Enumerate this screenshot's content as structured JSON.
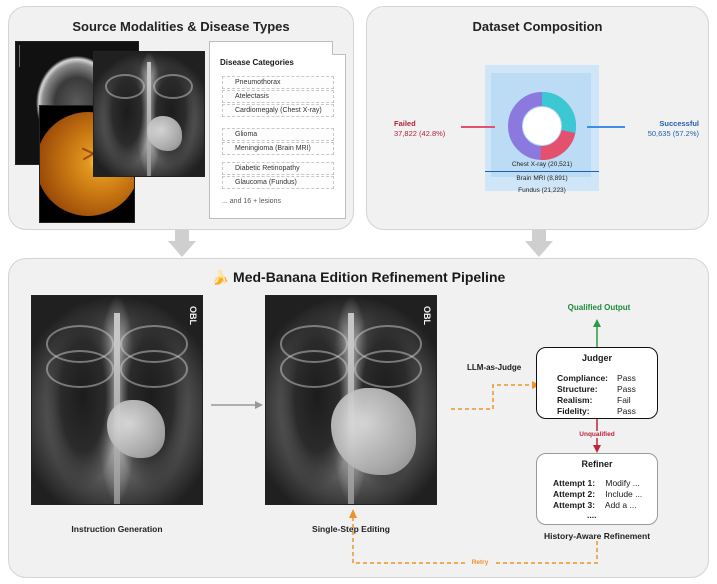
{
  "source_panel": {
    "title": "Source Modalities & Disease Types",
    "categories_title": "Disease Categories",
    "groups": [
      [
        "Pneumothorax",
        "Atelectasis",
        "Cardiomegaly (Chest X-ray)"
      ],
      [
        "Glioma",
        "Meningioma (Brain MRI)"
      ],
      [
        "Diabetic Retinopathy",
        "Glaucoma (Fundus)"
      ]
    ],
    "more": "... and 16 + lesions"
  },
  "composition_panel": {
    "title": "Dataset Composition",
    "failed_label": "Failed",
    "failed_value": "37,822 (42.8%)",
    "successful_label": "Successful",
    "successful_value": "50,635 (57.2%)",
    "segments": [
      {
        "label": "Chest X-ray (20,521)",
        "value": 20521,
        "color": "#f2f2f2"
      },
      {
        "label": "Brain MRI (8,891)",
        "value": 8891,
        "color": "#ffffff"
      },
      {
        "label": "Fundus (21,223)",
        "value": 21223,
        "color": "#ffffff"
      }
    ],
    "colors": {
      "failed": "#b0243a",
      "successful": "#1f5fae",
      "cyan": "#3cc8d3",
      "pink": "#e4516f",
      "purple": "#8b79e0",
      "blue_bg": "#cfe6f8"
    }
  },
  "pipeline_panel": {
    "title": "Med-Banana Edition Refinement Pipeline",
    "emoji": "🍌",
    "step1_label": "Instruction Generation",
    "step2_label": "Single-Step Editing",
    "llm_label": "LLM-as-Judge",
    "qualified_label": "Qualified Output",
    "judger": {
      "title": "Judger",
      "rows": [
        {
          "key": "Compliance:",
          "value": "Pass"
        },
        {
          "key": "Structure:",
          "value": "Pass"
        },
        {
          "key": "Realism:",
          "value": "Fail"
        },
        {
          "key": "Fidelity:",
          "value": "Pass"
        }
      ]
    },
    "unqualified_label": "Unqualified",
    "refiner": {
      "title": "Refiner",
      "rows": [
        {
          "key": "Attempt 1:",
          "value": "Modify ..."
        },
        {
          "key": "Attempt 2:",
          "value": "Include ..."
        },
        {
          "key": "Attempt 3:",
          "value": "Add a ..."
        },
        {
          "key": "....",
          "value": ""
        }
      ]
    },
    "history_label": "History-Aware Refinement",
    "retry_label": "Retry",
    "xray_marker": "OBL"
  }
}
